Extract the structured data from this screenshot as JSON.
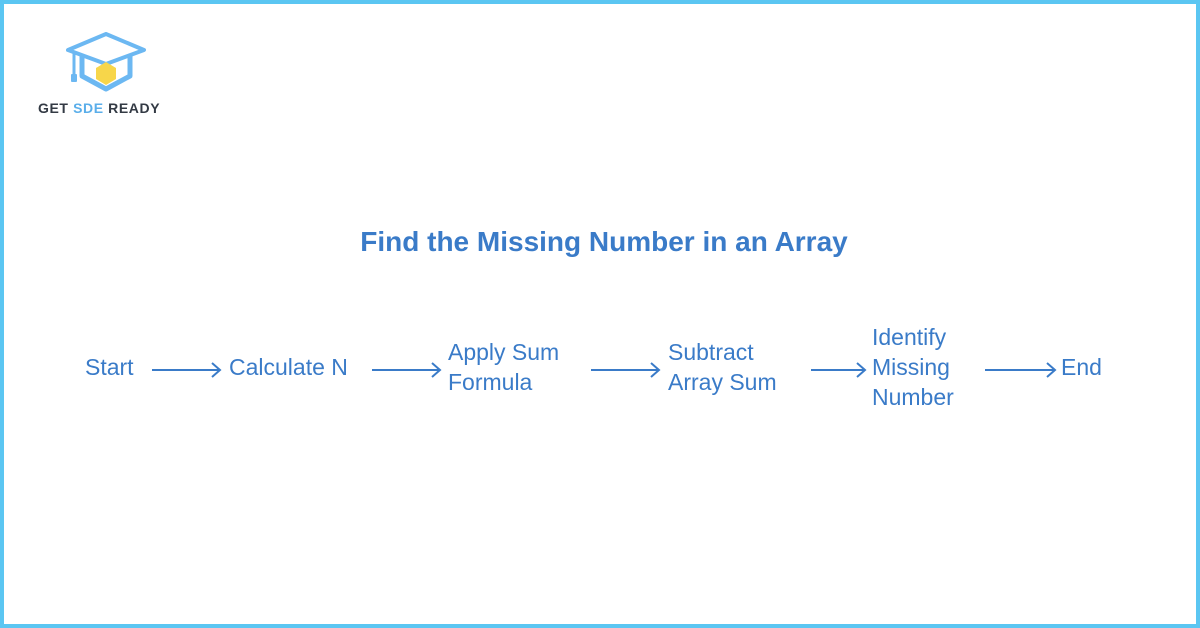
{
  "brand": {
    "name_prefix": "GET ",
    "name_accent": "SDE",
    "name_suffix": " READY",
    "logo_icon": "graduation-cap-hexagon-logo",
    "accent_color": "#5aaeea",
    "dark_color": "#333a44"
  },
  "diagram": {
    "title": "Find the Missing Number in an Array",
    "steps": [
      "Start",
      "Calculate N",
      "Apply Sum\nFormula",
      "Subtract\nArray Sum",
      "Identify\nMissing\nNumber",
      "End"
    ],
    "colors": {
      "text": "#3a7bc8",
      "arrow": "#3a7bc8",
      "border": "#5bc6f2"
    }
  }
}
